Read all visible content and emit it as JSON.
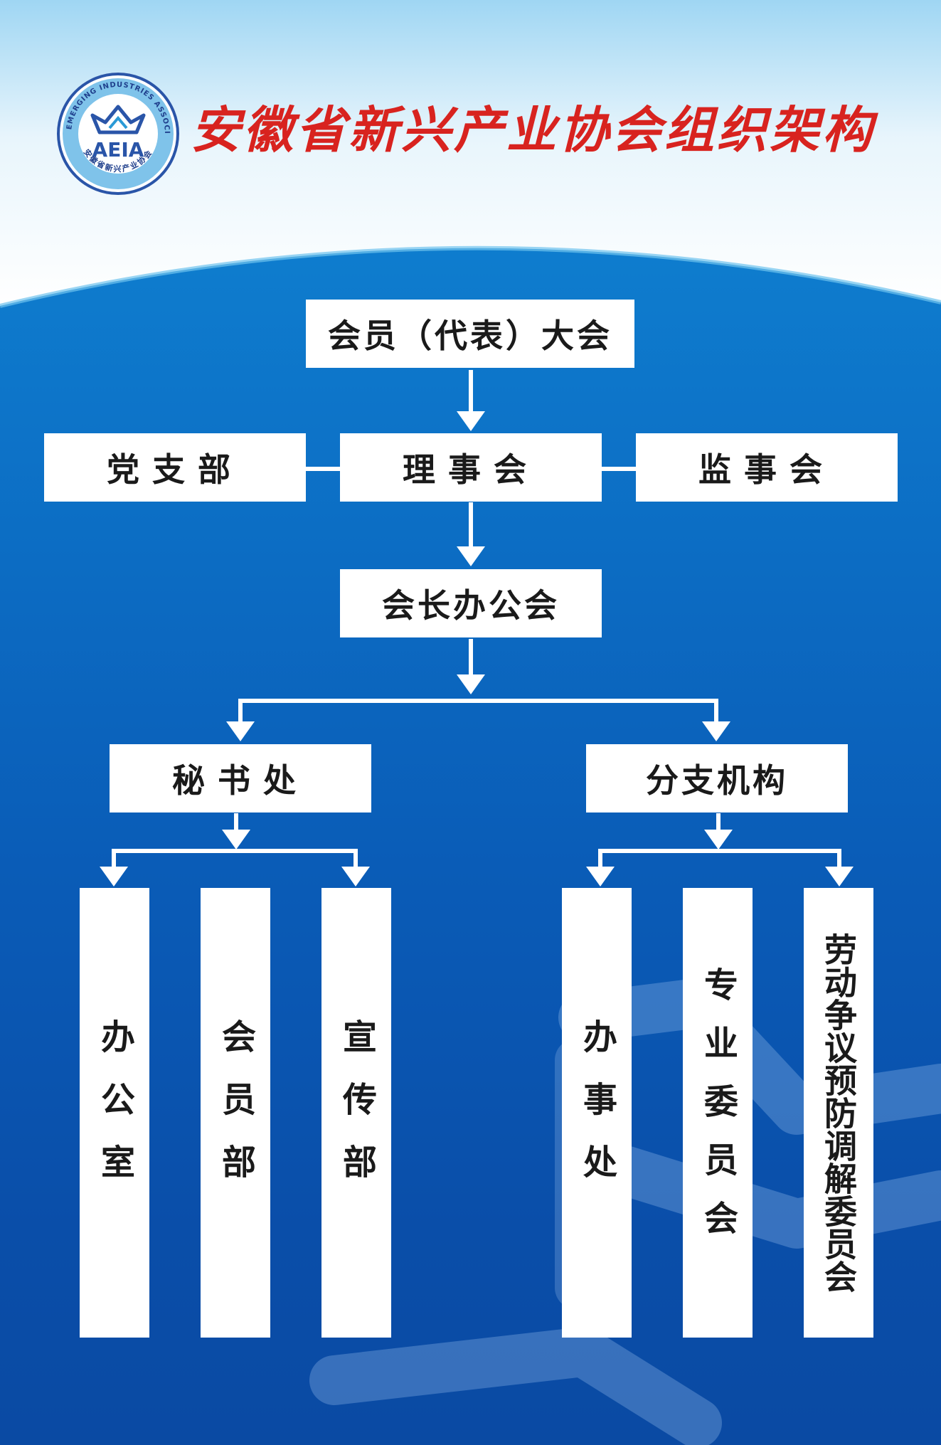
{
  "header": {
    "title": "安徽省新兴产业协会组织架构",
    "logo": {
      "abbr": "AEIA",
      "ring_text_en": "ANHUI EMERGING INDUSTRIES ASSOCIATION",
      "ring_text_cn": "安徽省新兴产业协会"
    }
  },
  "colors": {
    "title": "#d8231f",
    "background_top": "#ffffff",
    "background_main": "#0d73c8",
    "box_fill": "#ffffff",
    "connector": "#ffffff",
    "logo_blue": "#2a55a8"
  },
  "org": {
    "assembly": "会员（代表）大会",
    "party_branch": "党支部",
    "council": "理事会",
    "supervisory_board": "监事会",
    "president_office": "会长办公会",
    "secretariat": "秘书处",
    "branches": "分支机构",
    "secretariat_units": [
      "办公室",
      "会员部",
      "宣传部"
    ],
    "branch_units": [
      "办事处",
      "专业委员会",
      "劳动争议预防调解委员会"
    ]
  }
}
